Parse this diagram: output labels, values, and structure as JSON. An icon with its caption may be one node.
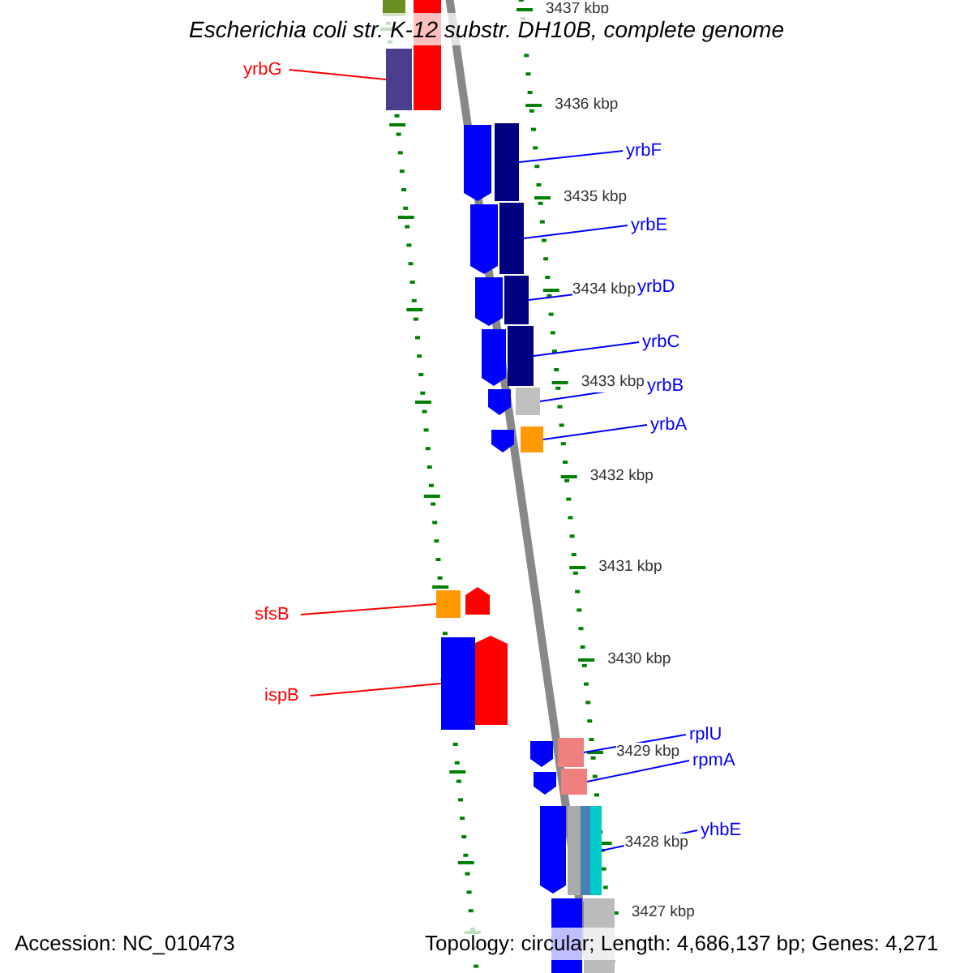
{
  "diagram": {
    "title": "Escherichia coli str. K-12 substr. DH10B, complete genome",
    "nodes": [
      {
        "text": [
          "yrbG"
        ]
      },
      {
        "text": [],
        "shape": "bar"
      },
      {
        "text": [
          "yrbF"
        ]
      },
      {
        "text": [],
        "shape": "bar"
      },
      {
        "text": [
          "yrbE"
        ]
      },
      {
        "text": [],
        "shape": "bar"
      },
      {
        "text": [
          "yrbD"
        ]
      },
      {
        "text": [],
        "shape": "bar"
      },
      {
        "text": [
          "yrbC"
        ]
      },
      {
        "text": [],
        "shape": "bar"
      },
      {
        "text": [
          "yrbB"
        ]
      },
      {
        "text": [],
        "shape": "bar"
      },
      {
        "text": [
          "yrbA"
        ]
      },
      {
        "text": [],
        "shape": "bar"
      },
      {
        "text": [
          "sfsB"
        ]
      },
      {
        "text": [],
        "shape": "bar"
      },
      {
        "text": [
          "ispB"
        ]
      },
      {
        "text": [],
        "shape": "bar"
      },
      {
        "text": [
          "rplU"
        ]
      },
      {
        "text": [],
        "shape": "bar"
      },
      {
        "text": [
          "rpmA"
        ]
      },
      {
        "text": [],
        "shape": "bar"
      },
      {
        "text": [
          "yhbE"
        ]
      },
      {
        "text": [],
        "shape": "bar"
      }
    ],
    "edges": [
      {
        "from": 0,
        "to": 1,
        "arrow": "none",
        "color": "#ff0000"
      },
      {
        "from": 2,
        "to": 3,
        "arrow": "none"
      },
      {
        "from": 4,
        "to": 5,
        "arrow": "none"
      },
      {
        "from": 6,
        "to": 7,
        "arrow": "none"
      },
      {
        "from": 8,
        "to": 9,
        "arrow": "none"
      },
      {
        "from": 10,
        "to": 11,
        "arrow": "none"
      },
      {
        "from": 12,
        "to": 13,
        "arrow": "none"
      },
      {
        "from": 14,
        "to": 15,
        "arrow": "none",
        "color": "#ff0000"
      },
      {
        "from": 16,
        "to": 17,
        "arrow": "none",
        "color": "#ff0000"
      },
      {
        "from": 18,
        "to": 19,
        "arrow": "none"
      },
      {
        "from": 20,
        "to": 21,
        "arrow": "none"
      },
      {
        "from": 22,
        "to": 23,
        "arrow": "none"
      }
    ],
    "labels": [
      "3437 kbp",
      "3436 kbp",
      "3435 kbp",
      "3434 kbp",
      "3433 kbp",
      "3432 kbp",
      "3431 kbp",
      "3430 kbp",
      "3429 kbp",
      "3428 kbp",
      "3427 kbp",
      "Accession: NC_010473",
      "Topology: circular; Length: 4,686,137 bp; Genes: 4,271"
    ]
  }
}
